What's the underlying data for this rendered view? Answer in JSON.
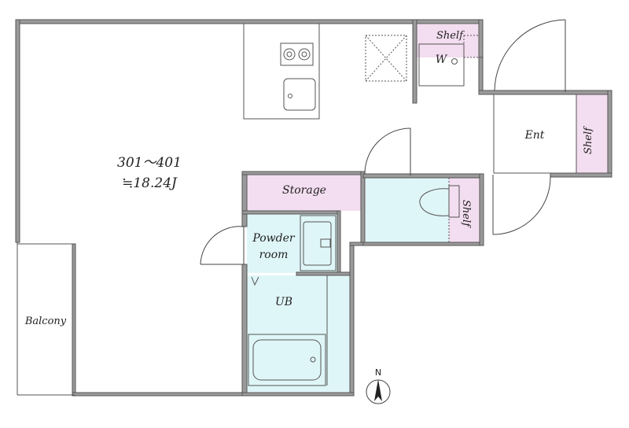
{
  "rooms": {
    "main_unit": "301～401",
    "main_area": "≒18.24J",
    "balcony": "Balcony",
    "storage": "Storage",
    "powder_line1": "Powder",
    "powder_line2": "room",
    "bath": "UB",
    "entrance": "Ent",
    "shelf_top": "Shelf",
    "washer": "W",
    "shelf_ent": "Shelf",
    "shelf_toilet": "Shelf"
  },
  "compass": {
    "north": "N"
  },
  "colors": {
    "pink": "#f3ddf0",
    "cyan": "#dff6f8",
    "wall": "#9a9a9a"
  }
}
